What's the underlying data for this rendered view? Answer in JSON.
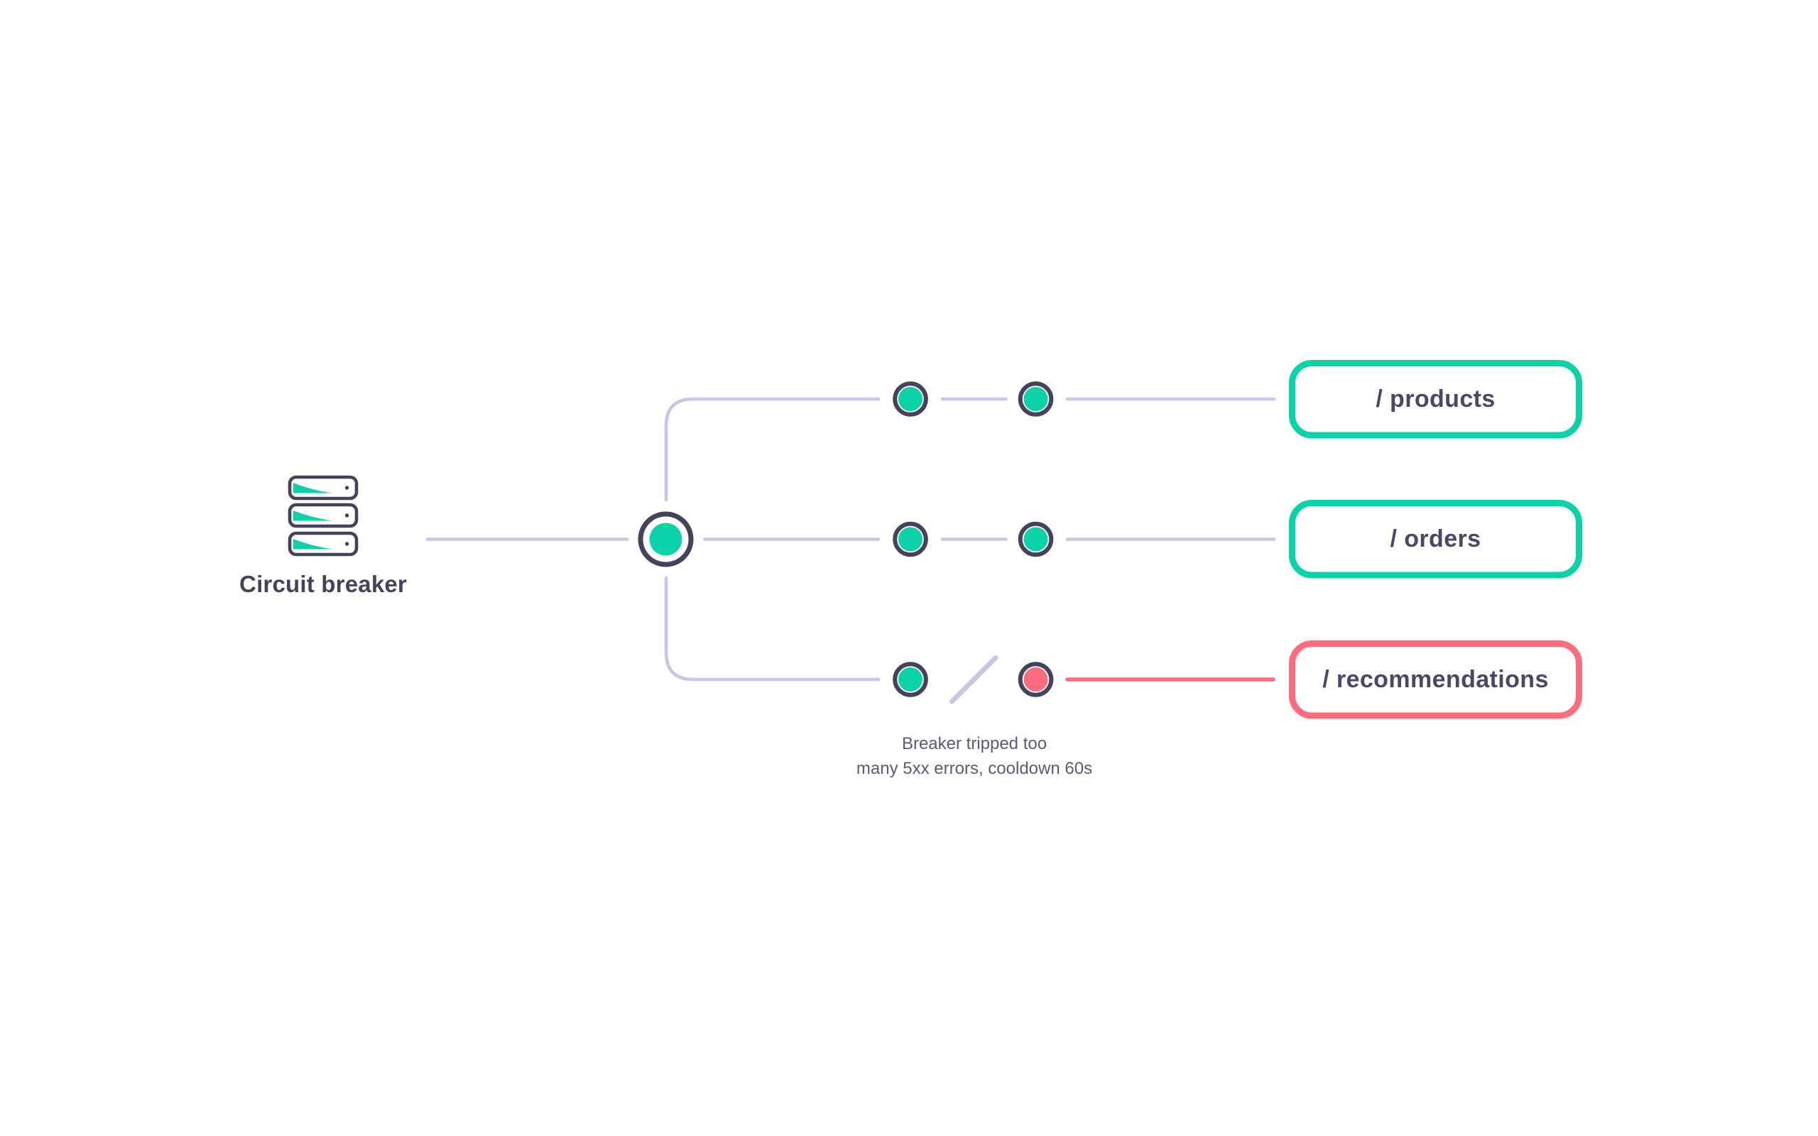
{
  "diagram": {
    "source": {
      "label": "Circuit breaker",
      "icon": "server-stack-icon"
    },
    "routes": [
      {
        "label": "/ products",
        "state": "healthy",
        "accent": "#0bd3a7"
      },
      {
        "label": "/ orders",
        "state": "healthy",
        "accent": "#0bd3a7"
      },
      {
        "label": "/ recommendations",
        "state": "tripped",
        "accent": "#fa6d7e"
      }
    ],
    "caption": {
      "line1": "Breaker tripped too",
      "line2": "many 5xx errors, cooldown 60s"
    },
    "colors": {
      "teal": "#0bd3a7",
      "coral": "#fa6d7e",
      "navy": "#45425c",
      "lavender": "#c8c6e6",
      "label": "#4b4766",
      "caption": "#5d5a78"
    }
  }
}
